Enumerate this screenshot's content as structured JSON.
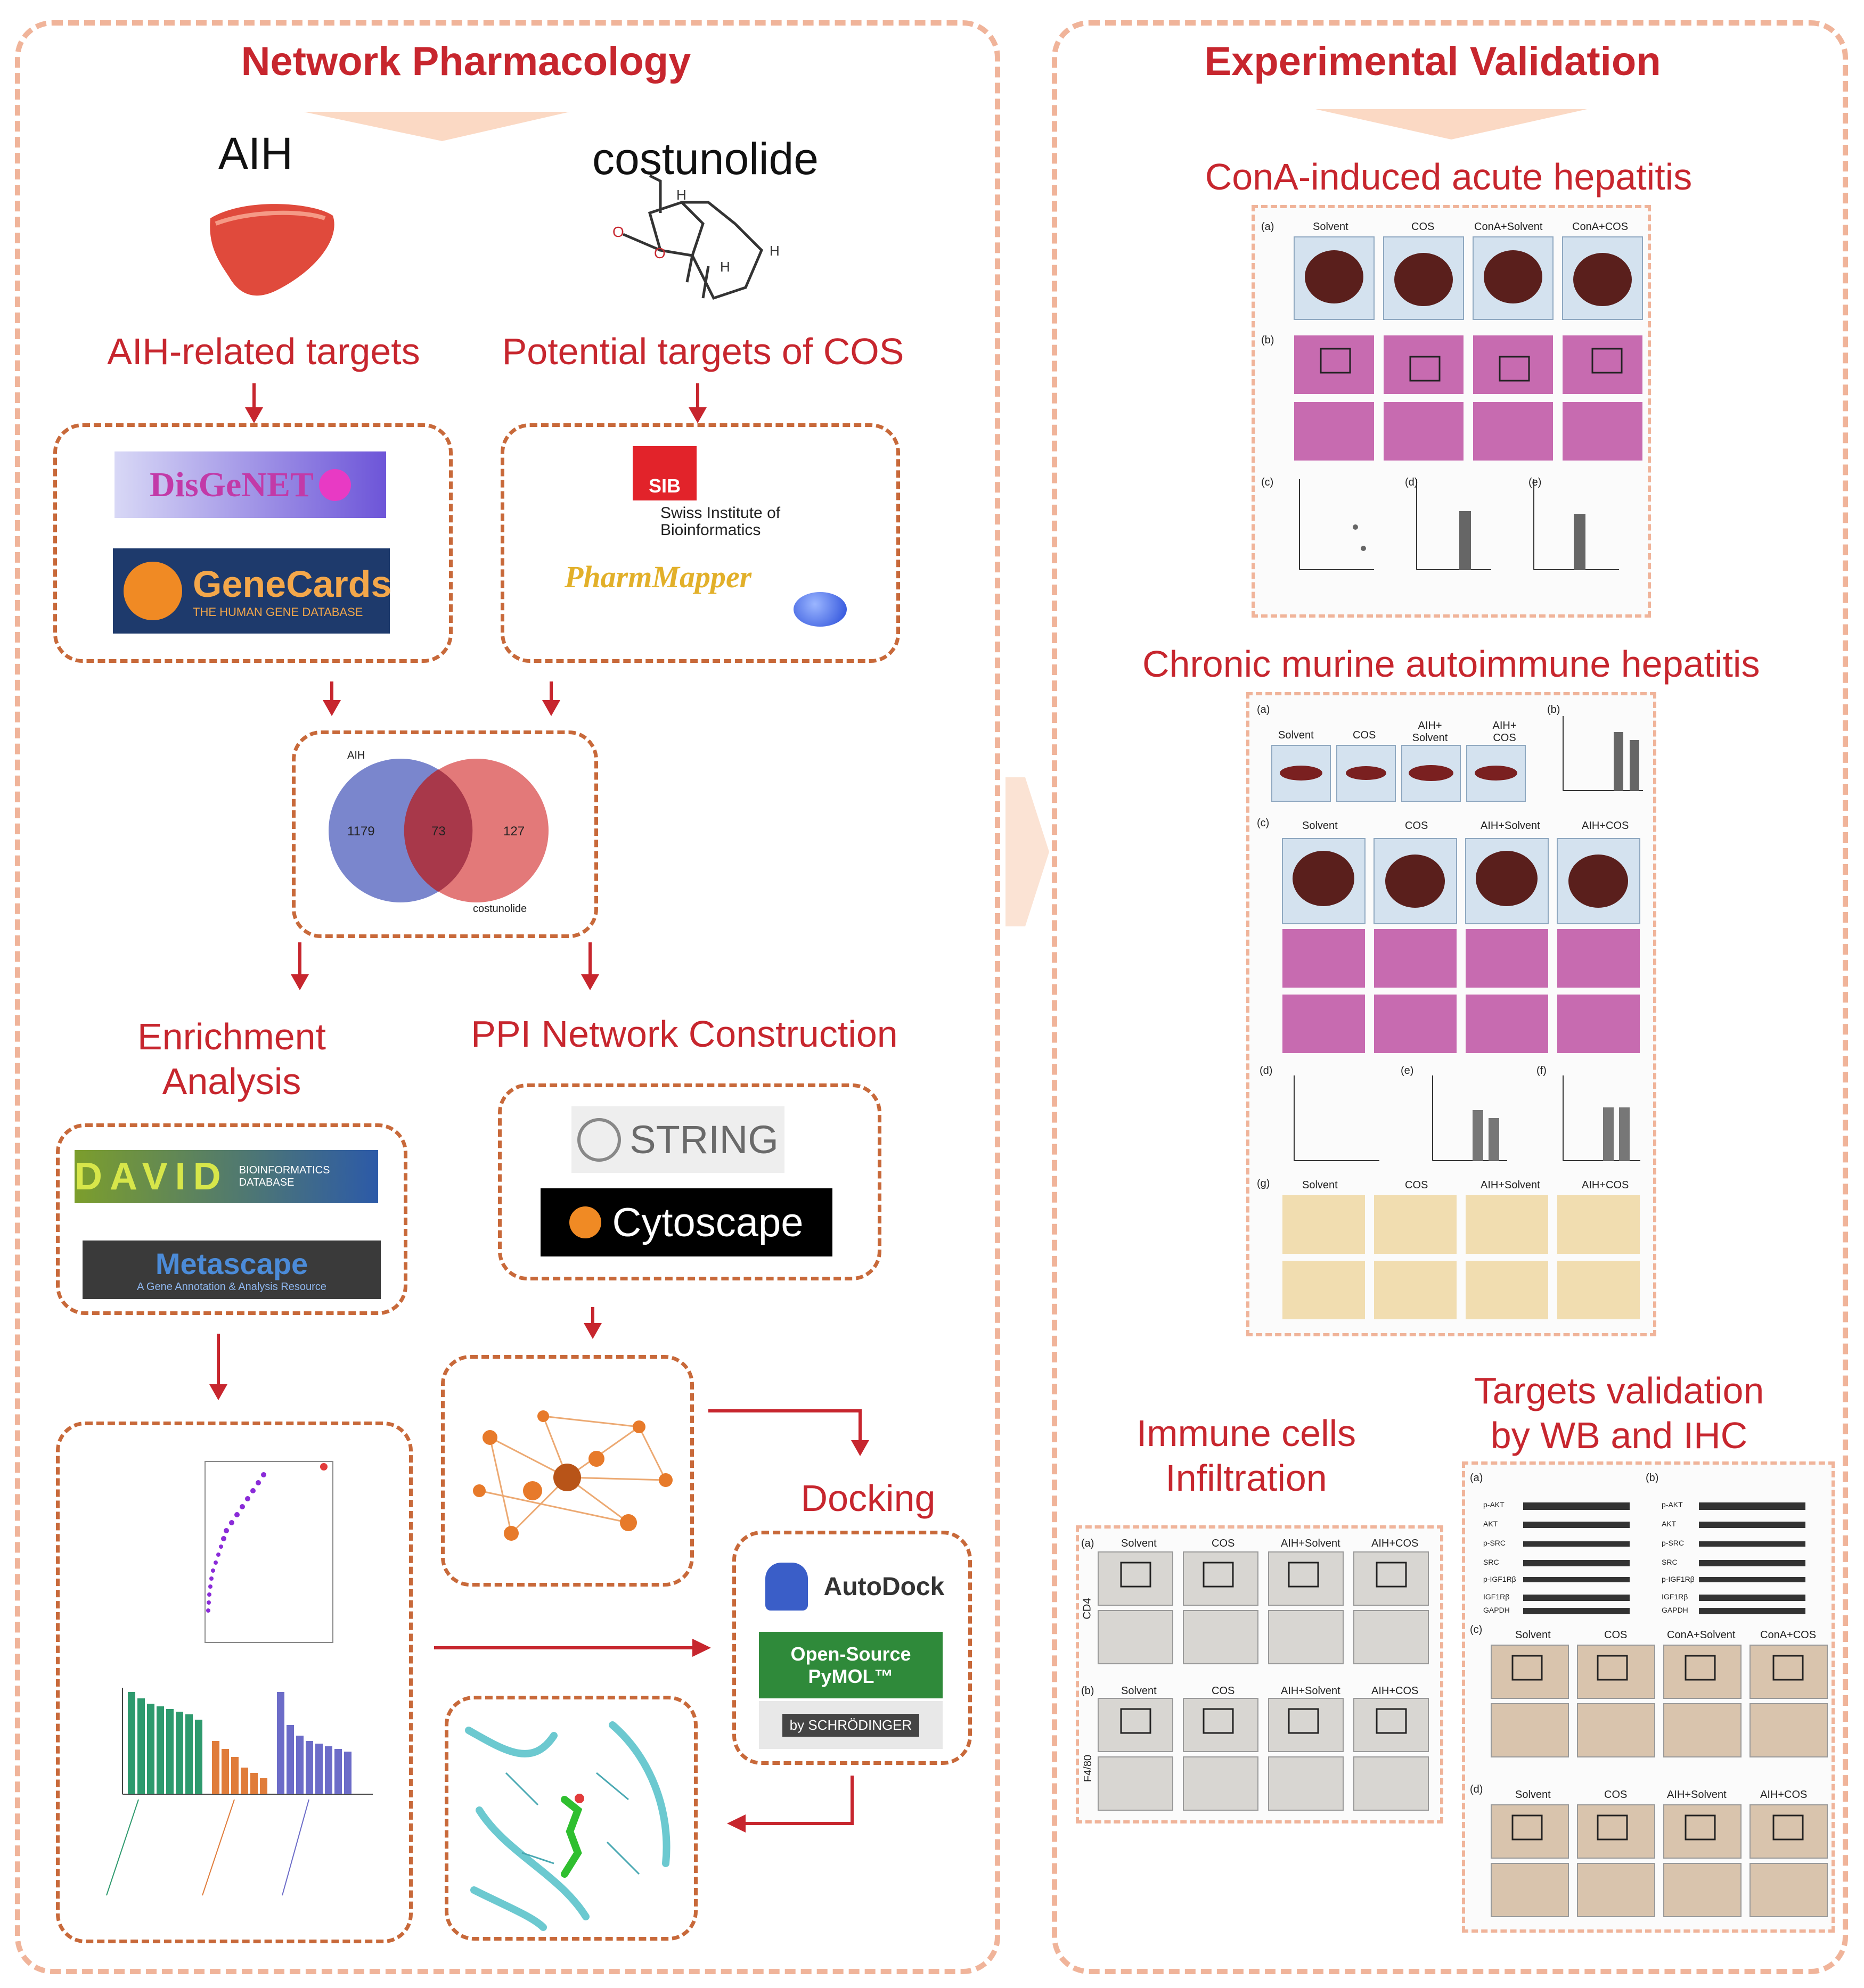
{
  "left_title": "Network Pharmacology",
  "right_title": "Experimental Validation",
  "aih": "AIH",
  "costunolide": "costunolide",
  "aih_targets": "AIH-related targets",
  "cos_targets": "Potential targets of COS",
  "disgenet": "DisGeNET",
  "genecards": "GeneCards",
  "genecards_sub": "THE HUMAN GENE DATABASE",
  "sib": "SIB",
  "sib_text": "Swiss Institute of Bioinformatics",
  "pharmmapper": "PharmMapper",
  "venn": {
    "left_label": "AIH",
    "right_label": "costunolide",
    "left": "1179",
    "overlap": "73",
    "right": "127"
  },
  "enrichment": "Enrichment Analysis",
  "ppi": "PPI Network Construction",
  "david": "DAVID",
  "david_sub": "BIOINFORMATICS DATABASE",
  "metascape": "Metascape",
  "metascape_sub": "A Gene Annotation & Analysis Resource",
  "string": "STRING",
  "cytoscape": "Cytoscape",
  "docking": "Docking",
  "autodock": "AutoDock",
  "pymol": "Open-Source PyMOL™",
  "schrodinger": "by SCHRÖDINGER",
  "cona": "ConA-induced acute hepatitis",
  "chronic": "Chronic murine autoimmune hepatitis",
  "immune": "Immune cells Infiltration",
  "targets_val": "Targets validation by WB and IHC",
  "cona_groups": [
    "Solvent",
    "COS",
    "ConA+Solvent",
    "ConA+COS"
  ],
  "aih_groups": [
    "Solvent",
    "COS",
    "AIH+Solvent",
    "AIH+COS"
  ],
  "aih_groups_small": [
    "Solvent",
    "COS",
    "AIH+ Solvent",
    "AIH+ COS"
  ],
  "panel_letters": [
    "(a)",
    "(b)",
    "(c)",
    "(d)",
    "(e)",
    "(f)",
    "(g)"
  ],
  "ihc_markers": [
    "CD4",
    "F4/80"
  ],
  "wb_proteins": [
    "p-AKT",
    "AKT",
    "p-SRC",
    "SRC",
    "p-IGF1Rβ",
    "IGF1Rβ",
    "GAPDH"
  ],
  "colors": {
    "accent": "#c7262e",
    "dash_outer": "#f0b49a",
    "dash_inner": "#c8693a",
    "venn_left": "#6b79c8",
    "venn_right": "#e06a6a"
  }
}
